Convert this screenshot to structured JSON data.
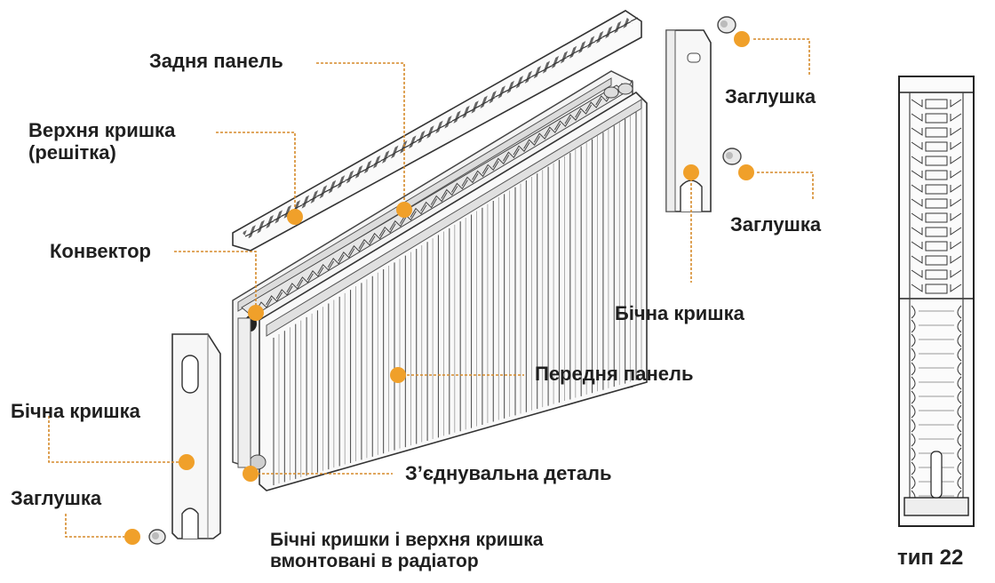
{
  "labels": {
    "rear_panel": "Задня панель",
    "top_cover_line1": "Верхня кришка",
    "top_cover_line2": "(решітка)",
    "convector": "Конвектор",
    "plug_top": "Заглушка",
    "plug_middle": "Заглушка",
    "plug_bottom": "Заглушка",
    "side_cover_right": "Бічна кришка",
    "side_cover_left": "Бічна кришка",
    "front_panel": "Передня панель",
    "connecting_part": "З’єднувальна деталь",
    "note_line1": "Бічні кришки і верхня кришка",
    "note_line2": "вмонтовані в радіатор",
    "type": "тип 22"
  },
  "colors": {
    "marker": "#F0A02A",
    "leader": "#D58A2A",
    "outline": "#3a3a3a",
    "text": "#1f1f1f"
  }
}
